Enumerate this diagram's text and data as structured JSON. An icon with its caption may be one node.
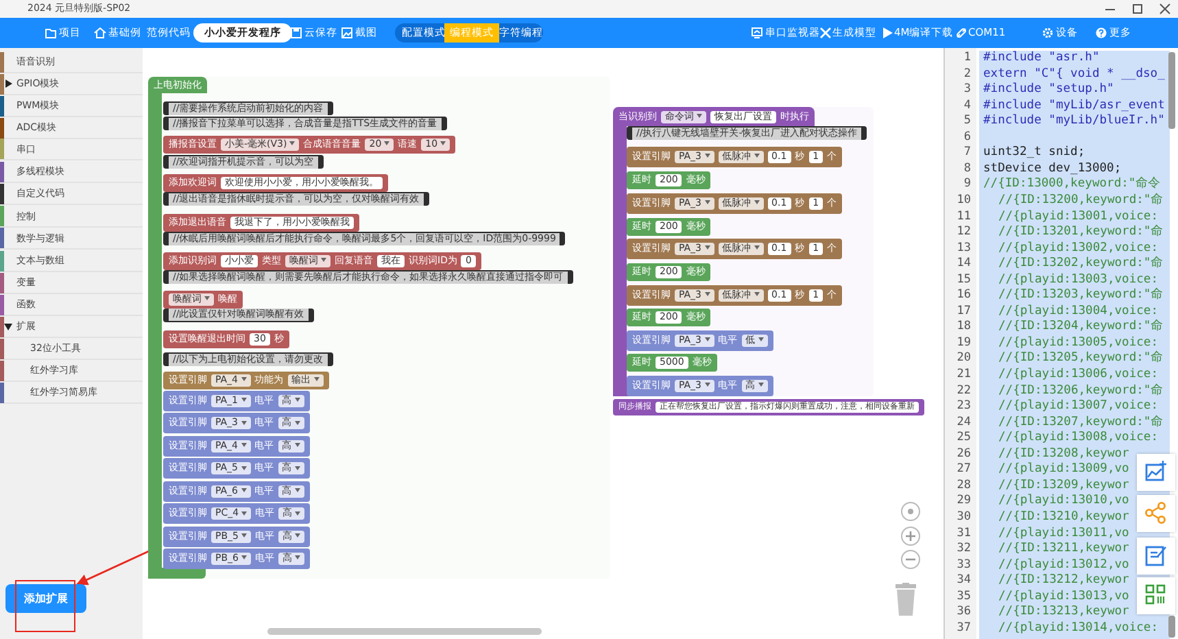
{
  "diagram": {
    "nodes": [
      {
        "text": [
          "上电初始化"
        ]
      },
      {
        "text": [
          "//需要操作系统启动前初始化的内容"
        ],
        "in": 0
      },
      {
        "text": [
          "//播报音下拉菜单可以选择，合成音量是指TTS生成文件的音量"
        ],
        "in": 0
      },
      {
        "text": [
          "播报音设置",
          "小美-毫米(V3)",
          "合成语音音量",
          "20",
          "语速",
          "10"
        ],
        "in": 0
      },
      {
        "text": [
          "//欢迎词指开机提示音，可以为空"
        ],
        "in": 0
      },
      {
        "text": [
          "添加欢迎词",
          "欢迎使用小小爱，用小小爱唤醒我。"
        ],
        "in": 0
      },
      {
        "text": [
          "//退出语音是指休眠时提示音，可以为空，仅对唤醒词有效"
        ],
        "in": 0
      },
      {
        "text": [
          "添加退出语音",
          "我退下了，用小小爱唤醒我"
        ],
        "in": 0
      },
      {
        "text": [
          "//休眠后用唤醒词唤醒后才能执行命令，唤醒词最多5个，回复语可以空，ID范围为0-9999"
        ],
        "in": 0
      },
      {
        "text": [
          "添加识别词",
          "小小爱",
          "类型",
          "唤醒词",
          "回复语音",
          "我在",
          "识别词ID为",
          "0"
        ],
        "in": 0
      },
      {
        "text": [
          "//如果选择唤醒词唤醒，则需要先唤醒后才能执行命令，如果选择永久唤醒直接通过指令即可"
        ],
        "in": 0
      },
      {
        "text": [
          "唤醒词",
          "唤醒"
        ],
        "in": 0
      },
      {
        "text": [
          "//此设置仅针对唤醒词唤醒有效"
        ],
        "in": 0
      },
      {
        "text": [
          "设置唤醒退出时间",
          "30",
          "秒"
        ],
        "in": 0
      },
      {
        "text": [
          "//以下为上电初始化设置，请勿更改"
        ],
        "in": 0
      },
      {
        "text": [
          "设置引脚",
          "PA_4",
          "功能为",
          "输出"
        ],
        "in": 0
      },
      {
        "text": [
          "设置引脚",
          "PA_1",
          "电平",
          "高"
        ],
        "in": 0
      },
      {
        "text": [
          "设置引脚",
          "PA_3",
          "电平",
          "高"
        ],
        "in": 0
      },
      {
        "text": [
          "设置引脚",
          "PA_4",
          "电平",
          "高"
        ],
        "in": 0
      },
      {
        "text": [
          "设置引脚",
          "PA_5",
          "电平",
          "高"
        ],
        "in": 0
      },
      {
        "text": [
          "设置引脚",
          "PA_6",
          "电平",
          "高"
        ],
        "in": 0
      },
      {
        "text": [
          "设置引脚",
          "PC_4",
          "电平",
          "高"
        ],
        "in": 0
      },
      {
        "text": [
          "设置引脚",
          "PB_5",
          "电平",
          "高"
        ],
        "in": 0
      },
      {
        "text": [
          "设置引脚",
          "PB_6",
          "电平",
          "高"
        ],
        "in": 0
      },
      {
        "text": [
          "当识别到",
          "命令词",
          "恢复出厂设置",
          "时执行"
        ]
      },
      {
        "text": [
          "//执行八键无线墙壁开关-恢复出厂进入配对状态操作"
        ],
        "in": 24
      },
      {
        "text": [
          "设置引脚",
          "PA_3",
          "低脉冲",
          "0.1",
          "秒",
          "1",
          "个"
        ],
        "in": 24
      },
      {
        "text": [
          "延时",
          "200",
          "毫秒"
        ],
        "in": 24
      },
      {
        "text": [
          "设置引脚",
          "PA_3",
          "低脉冲",
          "0.1",
          "秒",
          "1",
          "个"
        ],
        "in": 24
      },
      {
        "text": [
          "延时",
          "200",
          "毫秒"
        ],
        "in": 24
      },
      {
        "text": [
          "设置引脚",
          "PA_3",
          "低脉冲",
          "0.1",
          "秒",
          "1",
          "个"
        ],
        "in": 24
      },
      {
        "text": [
          "延时",
          "200",
          "毫秒"
        ],
        "in": 24
      },
      {
        "text": [
          "设置引脚",
          "PA_3",
          "低脉冲",
          "0.1",
          "秒",
          "1",
          "个"
        ],
        "in": 24
      },
      {
        "text": [
          "延时",
          "200",
          "毫秒"
        ],
        "in": 24
      },
      {
        "text": [
          "设置引脚",
          "PA_3",
          "电平",
          "低"
        ],
        "in": 24
      },
      {
        "text": [
          "延时",
          "5000",
          "毫秒"
        ],
        "in": 24
      },
      {
        "text": [
          "设置引脚",
          "PA_3",
          "电平",
          "高"
        ],
        "in": 24
      },
      {
        "text": [
          "同步播报",
          "正在帮您恢复出厂设置，指示灯爆闪则重置成功，注意，相同设备重新"
        ]
      },
      {
        "text": [
          "添加扩展"
        ]
      }
    ],
    "edges": [
      {
        "from": null,
        "to": 38,
        "arrow": "to"
      }
    ],
    "labels": [
      "2024 元旦特别版-SP02",
      "项目",
      "基础例",
      "范例代码",
      "小小爱开发程序",
      "云保存",
      "截图",
      "配置模式",
      "编程模式",
      "字符编程",
      "串口监视器",
      "生成模型",
      "4M编译下载",
      "COM11",
      "设备",
      "更多",
      "语音识别",
      "GPIO模块",
      "PWM模块",
      "ADC模块",
      "串口",
      "多线程模块",
      "自定义代码",
      "控制",
      "数学与逻辑",
      "文本与数组",
      "变量",
      "函数",
      "扩展",
      "32位小工具",
      "红外学习库",
      "红外学习简易库",
      "1",
      "#include \"asr.h\"",
      "2",
      "extern \"C\"{ void * __dso_",
      "3",
      "#include \"setup.h\"",
      "4",
      "#include \"myLib/asr_event",
      "5",
      "#include \"myLib/blueIr.h\"",
      "6",
      "7",
      "uint32_t snid;",
      "8",
      "stDevice dev_13000;",
      "9",
      "//{ID:13000,keyword:\"命令",
      "10",
      "//{ID:13200,keyword:\"命",
      "11",
      "//{playid:13001,voice:",
      "12",
      "//{ID:13201,keyword:\"命",
      "13",
      "//{playid:13002,voice:",
      "14",
      "//{ID:13202,keyword:\"命",
      "15",
      "//{playid:13003,voice:",
      "16",
      "//{ID:13203,keyword:\"命",
      "17",
      "//{playid:13004,voice:",
      "18",
      "//{ID:13204,keyword:\"命",
      "19",
      "//{playid:13005,voice:",
      "20",
      "//{ID:13205,keyword:\"命",
      "21",
      "//{playid:13006,voice:",
      "22",
      "//{ID:13206,keyword:\"命",
      "23",
      "//{playid:13007,voice:",
      "24",
      "//{ID:13207,keyword:\"命",
      "25",
      "//{playid:13008,voice:",
      "26",
      "//{ID:13208,keywor",
      "27",
      "//{playid:13009,vo",
      "28",
      "//{ID:13209,keywor",
      "29",
      "//{playid:13010,vo",
      "30",
      "//{ID:13210,keywor",
      "31",
      "//{playid:13011,vo",
      "32",
      "//{ID:13211,keywor",
      "33",
      "//{playid:13012,vo",
      "34",
      "//{ID:13212,keywor",
      "35",
      "//{playid:13013,vo",
      "36",
      "//{ID:13213,keywor",
      "37",
      "//{playid:13014,voice:"
    ]
  }
}
